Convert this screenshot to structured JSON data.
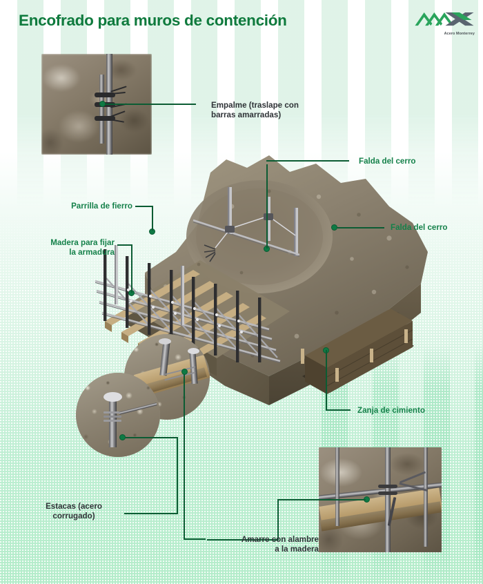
{
  "header": {
    "title": "Encofrado para muros de contención",
    "logo": {
      "mark": "MAX",
      "tagline": "Acero Monterrey"
    }
  },
  "theme": {
    "title_color": "#0f7a3d",
    "label_green": "#15814a",
    "label_dark": "#2f3337",
    "connector": "#0b5c33",
    "dot_fill": "#0e7a44",
    "bg_top": "#ffffff",
    "bg_bottom": "#b2ecc9",
    "stripe": "#d1eede"
  },
  "annotations": [
    {
      "id": "empalme",
      "text": "Empalme (traslape con\nbarras amarradas)",
      "color": "dark",
      "align": "left"
    },
    {
      "id": "falda-1",
      "text": "Falda del cerro",
      "color": "green",
      "align": "left"
    },
    {
      "id": "falda-2",
      "text": "Falda del cerro",
      "color": "green",
      "align": "left"
    },
    {
      "id": "parrilla",
      "text": "Parrilla de fierro",
      "color": "green",
      "align": "right"
    },
    {
      "id": "madera",
      "text": "Madera para fijar\nla armadura",
      "color": "green",
      "align": "right"
    },
    {
      "id": "zanja",
      "text": "Zanja de cimiento",
      "color": "green",
      "align": "left"
    },
    {
      "id": "estacas",
      "text": "Estacas (acero\ncorrugado)",
      "color": "dark",
      "align": "center"
    },
    {
      "id": "amarre",
      "text": "Amarre con alambre\na la madera",
      "color": "dark",
      "align": "right"
    }
  ],
  "photos": [
    {
      "id": "photo-empalme",
      "shape": "rect",
      "subject": "rebar-lap-splice-tied-with-wire"
    },
    {
      "id": "photo-stake",
      "shape": "circle",
      "subject": "corrugated-steel-stake-in-ground"
    },
    {
      "id": "photo-wood",
      "shape": "circle",
      "subject": "stake-driven-beside-wood-plank"
    },
    {
      "id": "photo-amarre",
      "shape": "rect",
      "subject": "rebar-wired-to-wooden-plank"
    }
  ],
  "labels": {
    "empalme": "Empalme (traslape con",
    "empalme2": "barras amarradas)",
    "falda1": "Falda del cerro",
    "falda2": "Falda del cerro",
    "parrilla": "Parrilla de fierro",
    "madera1": "Madera para fijar",
    "madera2": "la armadura",
    "zanja": "Zanja de cimiento",
    "estacas1": "Estacas (acero",
    "estacas2": "corrugado)",
    "amarre1": "Amarre con alambre",
    "amarre2": "a la madera"
  }
}
